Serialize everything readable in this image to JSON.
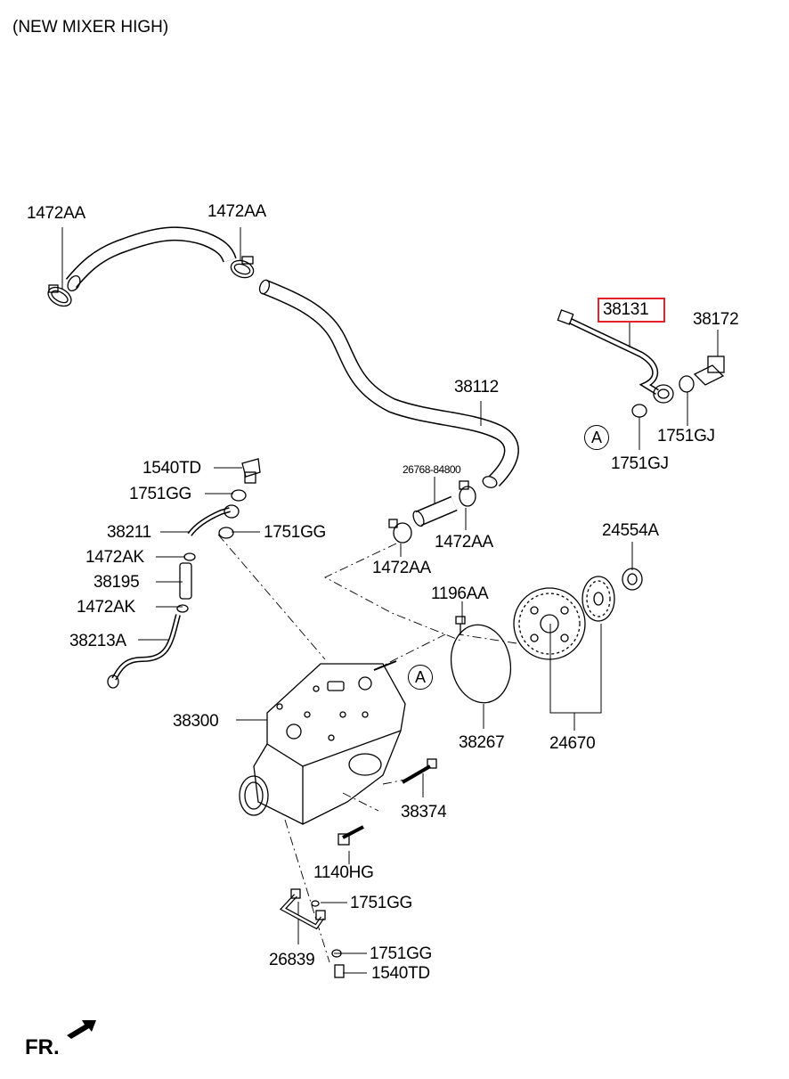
{
  "header": {
    "title": "(NEW MIXER HIGH)"
  },
  "labels": {
    "p1472AA_a": "1472AA",
    "p1472AA_b": "1472AA",
    "p1472AA_c": "1472AA",
    "p1472AA_d": "1472AA",
    "p38112": "38112",
    "p38131": "38131",
    "p38172": "38172",
    "p1751GJ_a": "1751GJ",
    "p1751GJ_b": "1751GJ",
    "p26768": "26768-84800",
    "p1540TD_a": "1540TD",
    "p1751GG_a": "1751GG",
    "p38211": "38211",
    "p1751GG_b": "1751GG",
    "p1472AK_a": "1472AK",
    "p38195": "38195",
    "p1472AK_b": "1472AK",
    "p38213A": "38213A",
    "p24554A": "24554A",
    "p1196AA": "1196AA",
    "p38300": "38300",
    "p38267": "38267",
    "p24670": "24670",
    "p38374": "38374",
    "p1140HG": "1140HG",
    "p1751GG_c": "1751GG",
    "p26839": "26839",
    "p1751GG_d": "1751GG",
    "p1540TD_b": "1540TD"
  },
  "markers": {
    "ref_a1": "A",
    "ref_a2": "A"
  },
  "footer": {
    "direction": "FR."
  },
  "highlight_color": "#e8202a"
}
